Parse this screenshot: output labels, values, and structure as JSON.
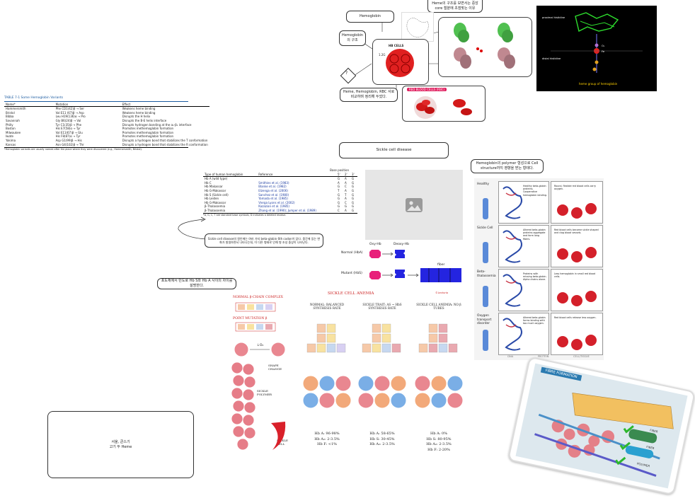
{
  "hemo_map": {
    "title": "Hemoglobin",
    "structure_label": "Hemoglobin의 구조",
    "heme_note": "Heme의 구조를 보면서는 중앙 core 철분에 초점맞는 이유",
    "rbc_note": "Heme, Hemoglobin, RBC 서로 비교하며 정리해 두었다.",
    "rbc_tag": "RED BLOOD CELLS (RBC)",
    "diamond_label": "?"
  },
  "variants_table": {
    "caption": "TABLE 7-1 Some Hemoglobin Variants",
    "headers": [
      "Name*",
      "Mutation",
      "Effect"
    ],
    "rows": [
      [
        "Hammersmith",
        "Phe CD1(42)β → Ser",
        "Weakens heme binding"
      ],
      [
        "Bristol",
        "Val E11 (67)β → Asp",
        "Weakens heme binding"
      ],
      [
        "Bibba",
        "Leu H19(136)α → Pro",
        "Disrupts the H helix"
      ],
      [
        "Savannah",
        "Gly B6(24)β → Val",
        "Disrupts the B-E helix interface"
      ],
      [
        "Philly",
        "Tyr C1(35)β → Phe",
        "Disrupts hydrogen bonding at the α₁-β₁ interface"
      ],
      [
        "Boston",
        "His E7(58)α → Tyr",
        "Promotes methemoglobin formation"
      ],
      [
        "Milwaukee",
        "Val E11(67)β → Glu",
        "Promotes methemoglobin formation"
      ],
      [
        "Iwate",
        "His F8(87)α → Tyr",
        "Promotes methemoglobin formation"
      ],
      [
        "Yakima",
        "Asp G1(99)β → His",
        "Disrupts a hydrogen bond that stabilizes the T conformation"
      ],
      [
        "Kansas",
        "Asn G4(102)β → Thr",
        "Disrupts a hydrogen bond that stabilizes the R conformation"
      ]
    ],
    "footnote": "*Hemoglobin variants are usually named after the place where they were discovered (e.g., Hammersmith, Bristol)."
  },
  "sickle": {
    "title": "Sickle cell disease",
    "structure_note": "Hemoglobin의 polymer 형성으로 Cell structure까지 영향을 받는 형태다.",
    "codon_note": "Sickle cell disease의 원인에는 여러 가지 beta-globin 6th codon이 있다. 중간에 있는 변화가 발생하면서 나타나는데, 이 다른 형태로 인해 병 조성 중상이 나타난다.",
    "compare_note": "포도체에서 빈도로 Hb S와 Hb A 사이의 차이를 설명한다.",
    "bottom_note_1": "서울, 쿤스기",
    "bottom_note_2": "고기 두 Heme"
  },
  "codon_table": {
    "group_header": "Base position",
    "headers": [
      "Type of human hemoglobin",
      "Reference",
      "5'",
      "2'",
      "3'"
    ],
    "rows": [
      [
        "Hb A (wild type)",
        "",
        "G",
        "A",
        "G"
      ],
      [
        "Hb C",
        "Smithies et al. (1983)",
        "A",
        "A",
        "G"
      ],
      [
        "Hb Makassar",
        "Blanke et al. (1982)",
        "G",
        "C",
        "G"
      ],
      [
        "Hb G-Makassar",
        "Elzenga et al. (2006)",
        "T",
        "A",
        "G"
      ],
      [
        "Hb S (Sickle cell)",
        "Sanchez et al. (1980)",
        "G",
        "T",
        "G"
      ],
      [
        "Hb Leiden",
        "Yamada et al. (1985)",
        "G",
        "A",
        "G"
      ],
      [
        "Hb G-Makassar",
        "Vierga Lyons et al. (2002)",
        "G",
        "C",
        "G"
      ],
      [
        "β-Thalassemia",
        "Kazazian et al. (1985)",
        "G",
        "G",
        "G"
      ],
      [
        "β-Thalassemia",
        "Zhang et al. (1990); Jumper et al. (1989)",
        "C",
        "A",
        "G"
      ]
    ],
    "footnote": "*A, G, C, T are standard base symbols; D indicates a deleted residue."
  },
  "polymer_diagram": {
    "normal_label": "Normal (HbA)",
    "mutant_label": "Mutant (HbS)",
    "oxy_label": "Oxy-Hb",
    "deoxy_label": "Deoxy-Hb",
    "fiber_label": "fiber"
  },
  "sickle_anemia": {
    "title": "SICKLE CELL ANEMIA",
    "credit": "©Lecturio",
    "normal_beta_label": "NORMAL β-CHAIN COMPLEX",
    "point_mutation_label": "POINT MUTATION β",
    "lo2_label": "↓O₂",
    "shape_change_label": "SHAPE CHANGE",
    "sickle_polymer_label": "SICKLE POLYMER",
    "sickle_cell_label": "SICKLE CELL",
    "columns": [
      {
        "title": "NORMAL: BALANCED SYNTHESIS RATE",
        "lines": [
          "Hb A: 96-98%",
          "Hb A₂: 2-3.5%",
          "Hb F: <1%"
        ]
      },
      {
        "title": "SICKLE TRAIT: AS → HbS SYNTHESIS RATE",
        "lines": [
          "Hb A: 58-65%",
          "Hb S: 30-45%",
          "Hb A₂: 2-3.5%"
        ]
      },
      {
        "title": "SICKLE CELL ANEMIA: NO β TUBES",
        "lines": [
          "Hb A: 0%",
          "Hb S: 80-95%",
          "Hb A₂: 2-3.5%",
          "Hb F: 2-20%"
        ]
      }
    ]
  },
  "disease_grid": {
    "rows": [
      {
        "label": "Healthy",
        "c1": "Healthy beta-globin proteins. Cooperative hemoglobin binding.",
        "c2": "Round, flexible red blood cells carry oxygen."
      },
      {
        "label": "Sickle Cell",
        "c1": "Altered beta-globin proteins aggregate and form long fibers.",
        "c2": "Red blood cells become sickle shaped and clog blood vessels."
      },
      {
        "label": "Beta-thalassemia",
        "c1": "Proteins with missing beta-globin. Alpha chains alone.",
        "c2": "Less hemoglobin in small red blood cells."
      },
      {
        "label": "Oxygen transport disorder",
        "c1": "Altered beta-globin forms binding with too much oxygen.",
        "c2": "Red blood cells release less oxygen."
      }
    ],
    "footer": [
      "DNA",
      "PROTEIN",
      "CELL/TISSUE"
    ]
  },
  "heme_figure": {
    "caption": "heme group of hemoglobin",
    "labels": [
      "proximal histidine",
      "Fe",
      "O₂",
      "distal histidine"
    ]
  },
  "tablet": {
    "title": "FIBRE FORMATION",
    "labels": [
      "FIBER",
      "FIBER",
      "POLYMER"
    ]
  },
  "colors": {
    "accent_blue": "#3a3ad8",
    "oxy_pink": "#e8207a",
    "deoxy_blue": "#2424e0",
    "sickle_red": "#d9202a",
    "heme_green": "#30c030"
  },
  "icons": [
    "image-placeholder-icon",
    "diamond-icon",
    "check-icon"
  ]
}
